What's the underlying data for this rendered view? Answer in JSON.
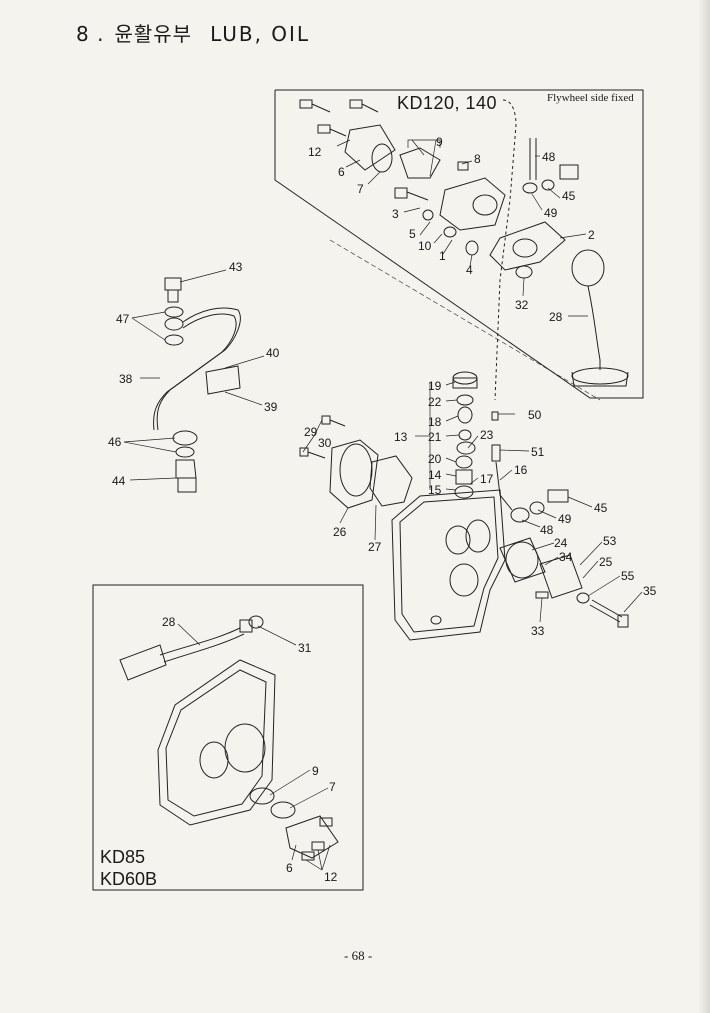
{
  "heading": {
    "number": "8 .",
    "korean": "윤활유부",
    "english": "LUB, OIL"
  },
  "top_right_box": {
    "model": "KD120, 140",
    "note": "Flywheel side fixed"
  },
  "bottom_left_box": {
    "model_line1": "KD85",
    "model_line2": "KD60B"
  },
  "page_number": "- 68 -",
  "part_labels": [
    "12",
    "6",
    "7",
    "9",
    "8",
    "48",
    "45",
    "49",
    "3",
    "5",
    "10",
    "1",
    "4",
    "2",
    "32",
    "28",
    "43",
    "47",
    "40",
    "38",
    "39",
    "46",
    "44",
    "19",
    "22",
    "18",
    "13",
    "21",
    "23",
    "50",
    "51",
    "29",
    "30",
    "20",
    "14",
    "15",
    "17",
    "16",
    "45",
    "49",
    "48",
    "26",
    "27",
    "24",
    "34",
    "53",
    "25",
    "55",
    "35",
    "33",
    "28",
    "31",
    "9",
    "7",
    "6",
    "12"
  ]
}
